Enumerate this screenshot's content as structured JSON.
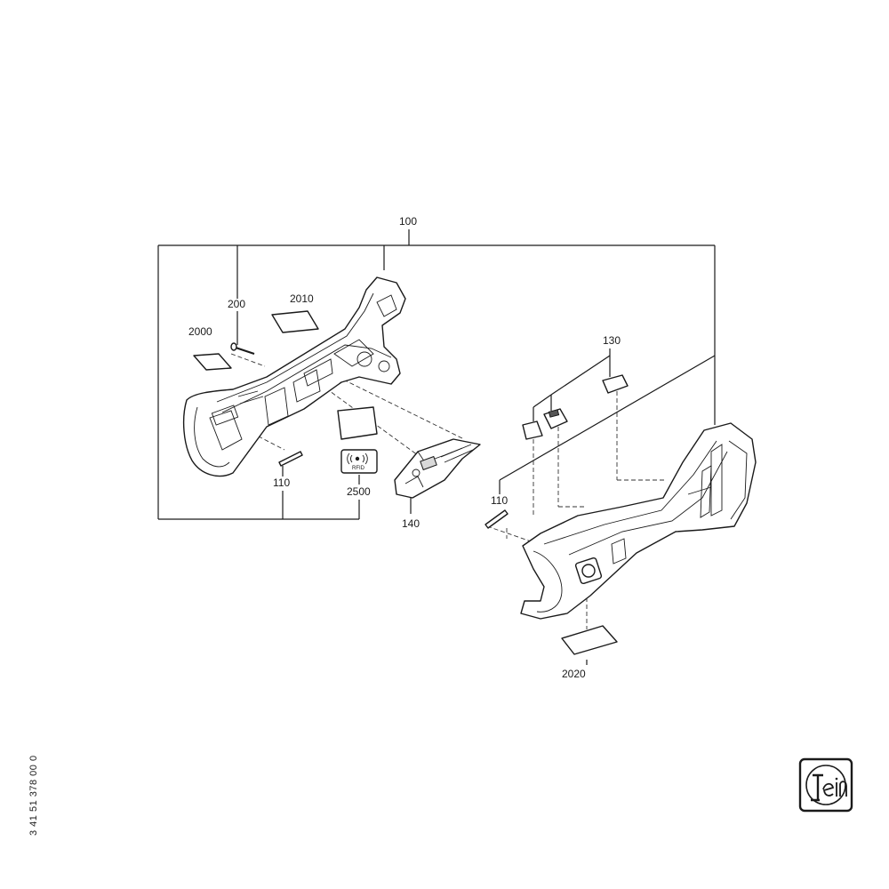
{
  "callouts": {
    "c100": "100",
    "c200": "200",
    "c2010": "2010",
    "c2000": "2000",
    "c130": "130",
    "c110_left": "110",
    "c110_right": "110",
    "c2500": "2500",
    "c140": "140",
    "c2020": "2020"
  },
  "rfid_label": "RFID",
  "document_number": "3 41 51 378 00 0",
  "logo": {
    "brand": "Fein",
    "icon": "fein-logo-icon"
  }
}
